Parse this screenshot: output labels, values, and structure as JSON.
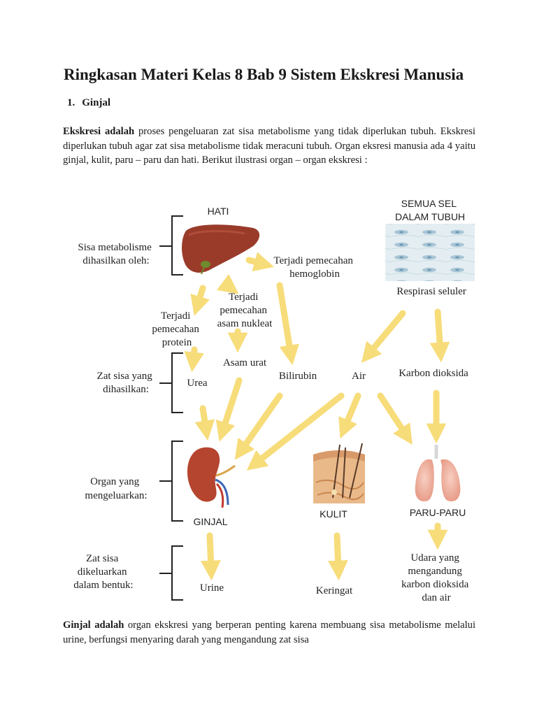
{
  "title": "Ringkasan Materi Kelas 8 Bab 9 Sistem Ekskresi Manusia",
  "section": {
    "number": "1.",
    "label": "Ginjal"
  },
  "intro": {
    "bold": "Ekskresi adalah",
    "text": " proses pengeluaran zat sisa metabolisme yang tidak diperlukan tubuh. Ekskresi diperlukan tubuh agar zat sisa metabolisme tidak meracuni tubuh. Organ eksresi manusia ada 4 yaitu ginjal, kulit, paru – paru dan hati. Berikut ilustrasi organ – organ ekskresi :"
  },
  "diagram": {
    "row_labels": {
      "producers": [
        "Sisa metabolisme",
        "dihasilkan oleh:"
      ],
      "waste": [
        "Zat sisa yang",
        "dihasilkan:"
      ],
      "organs": [
        "Organ yang",
        "mengeluarkan:"
      ],
      "forms": [
        "Zat sisa",
        "dikeluarkan",
        "dalam bentuk:"
      ]
    },
    "hati": "HATI",
    "sel": [
      "SEMUA SEL",
      "DALAM TUBUH"
    ],
    "process_hemo": [
      "Terjadi pemecahan",
      "hemoglobin"
    ],
    "process_nukleat": [
      "Terjadi",
      "pemecahan",
      "asam nukleat"
    ],
    "process_protein": [
      "Terjadi",
      "pemecahan",
      "protein"
    ],
    "respirasi": "Respirasi seluler",
    "asam_urat": "Asam urat",
    "urea": "Urea",
    "bilirubin": "Bilirubin",
    "air": "Air",
    "karbon": "Karbon dioksida",
    "ginjal": "GINJAL",
    "kulit": "KULIT",
    "paru": "PARU-PARU",
    "urine": "Urine",
    "keringat": "Keringat",
    "udara": [
      "Udara yang",
      "mengandung",
      "karbon dioksida",
      "dan air"
    ]
  },
  "ginjal_para": {
    "bold": "Ginjal adalah",
    "text": " organ ekskresi yang berperan penting karena membuang sisa metabolisme melalui urine, berfungsi menyaring darah yang mengandung zat sisa"
  },
  "colors": {
    "arrow": "#f7dc7a",
    "liver": "#9a3b2a",
    "kidney": "#b5452e",
    "lung": "#f2b7a5",
    "skin": "#e9b98a"
  }
}
